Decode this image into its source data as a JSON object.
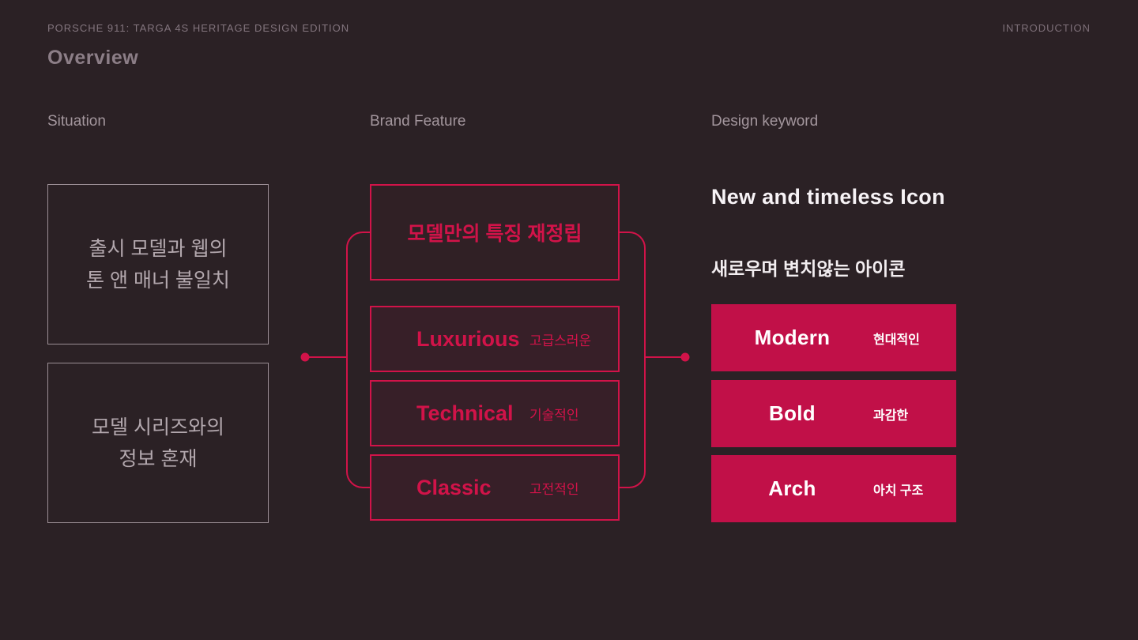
{
  "colors": {
    "background": "#2b2125",
    "crimson_stroke": "#d11349",
    "crimson_fill": "#c11048",
    "muted_gray": "#8c7e87",
    "card_border_gray": "#9b8e95",
    "white": "#f7f3f6"
  },
  "header": {
    "kicker": "PORSCHE 911: TARGA 4S HERITAGE DESIGN EDITION",
    "section": "INTRODUCTION",
    "title": "Overview"
  },
  "columns": {
    "situation": {
      "label": "Situation",
      "cards": [
        {
          "line1": "출시 모델과 웹의",
          "line2": "톤 앤 매너 불일치"
        },
        {
          "line1": "모델 시리즈와의",
          "line2": "정보 혼재"
        }
      ]
    },
    "brand_feature": {
      "label": "Brand Feature",
      "headline": "모델만의 특징 재정립",
      "features": [
        {
          "en": "Luxurious",
          "ko": "고급스러운"
        },
        {
          "en": "Technical",
          "ko": "기술적인"
        },
        {
          "en": "Classic",
          "ko": "고전적인"
        }
      ]
    },
    "design_keyword": {
      "label": "Design keyword",
      "title_en": "New and timeless Icon",
      "title_ko": "새로우며 변치않는 아이콘",
      "keywords": [
        {
          "en": "Modern",
          "ko": "현대적인"
        },
        {
          "en": "Bold",
          "ko": "과감한"
        },
        {
          "en": "Arch",
          "ko": "아치 구조"
        }
      ]
    }
  }
}
